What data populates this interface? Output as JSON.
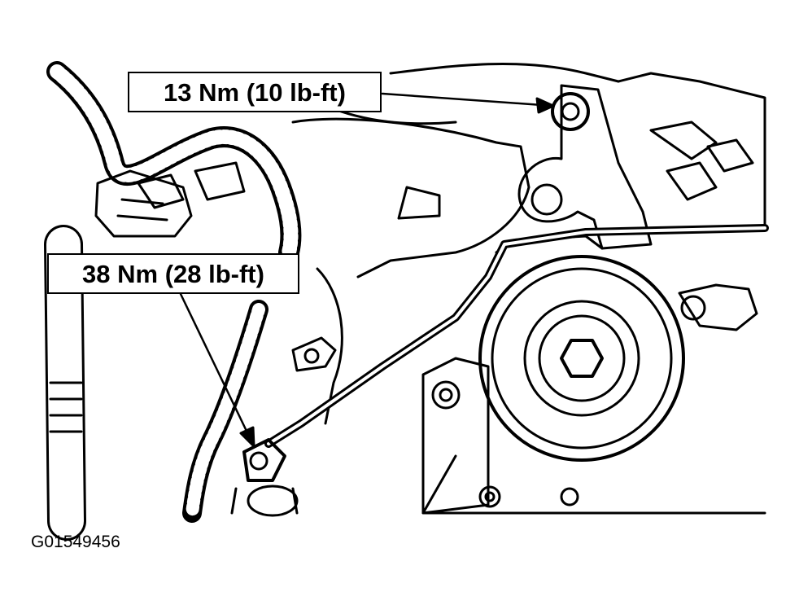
{
  "figure": {
    "figure_id": "G01549456",
    "callouts": {
      "upper_bolt_torque": "13 Nm (10 lb-ft)",
      "lower_bolt_torque": "38 Nm (28 lb-ft)"
    }
  },
  "colors": {
    "line": "#000000",
    "background": "#ffffff"
  },
  "icons": [
    "upper-bolt-icon",
    "lower-bolt-icon",
    "tensioner-pulley-icon",
    "hex-bolt-head-icon"
  ]
}
